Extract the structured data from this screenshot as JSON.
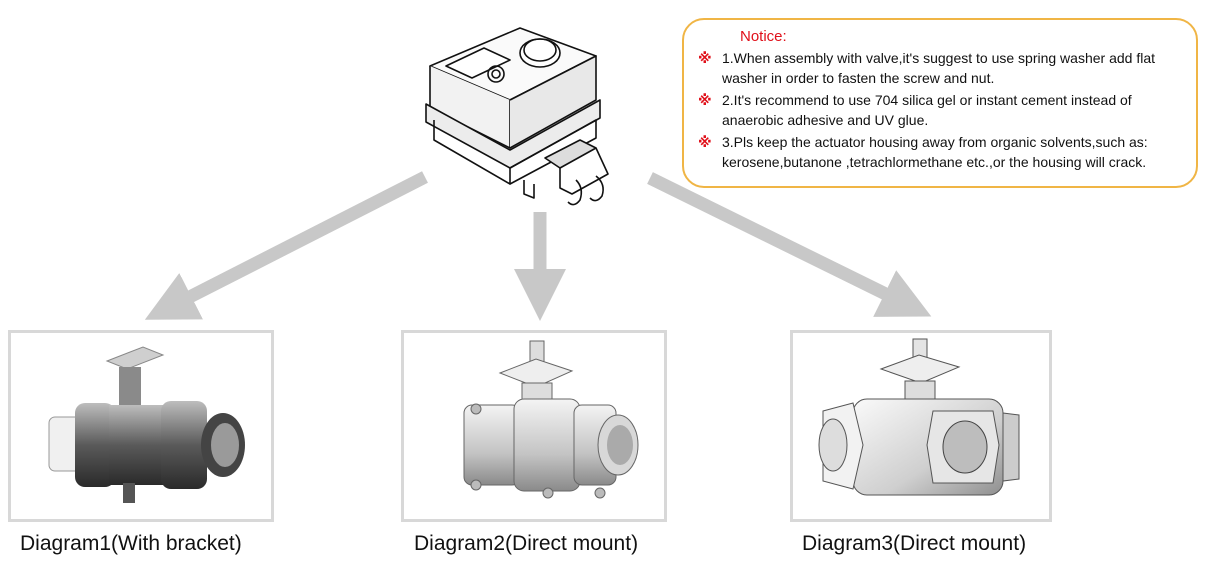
{
  "notice": {
    "title": "Notice:",
    "items": [
      {
        "mark": "※",
        "text": "1.When assembly with valve,it's suggest to use spring washer add flat washer in order to fasten the screw and nut."
      },
      {
        "mark": "※",
        "text": "2.It's recommend to use 704 silica gel or instant cement instead of anaerobic adhesive and UV glue."
      },
      {
        "mark": "※",
        "text": "3.Pls keep the actuator housing away from organic solvents,such as: kerosene,butanone ,tetrachlormethane etc.,or the housing will crack."
      }
    ]
  },
  "diagrams": [
    {
      "caption": "Diagram1(With bracket)",
      "illustration": "union-ball-valve-with-bracket"
    },
    {
      "caption": "Diagram2(Direct mount)",
      "illustration": "three-piece-ball-valve"
    },
    {
      "caption": "Diagram3(Direct mount)",
      "illustration": "three-way-ball-valve"
    }
  ],
  "actuator": {
    "illustration": "electric-valve-actuator"
  },
  "colors": {
    "notice_border": "#f0b545",
    "notice_accent": "#e0101a",
    "arrow": "#c8c8c8",
    "panel_border": "#d8d8d8"
  }
}
